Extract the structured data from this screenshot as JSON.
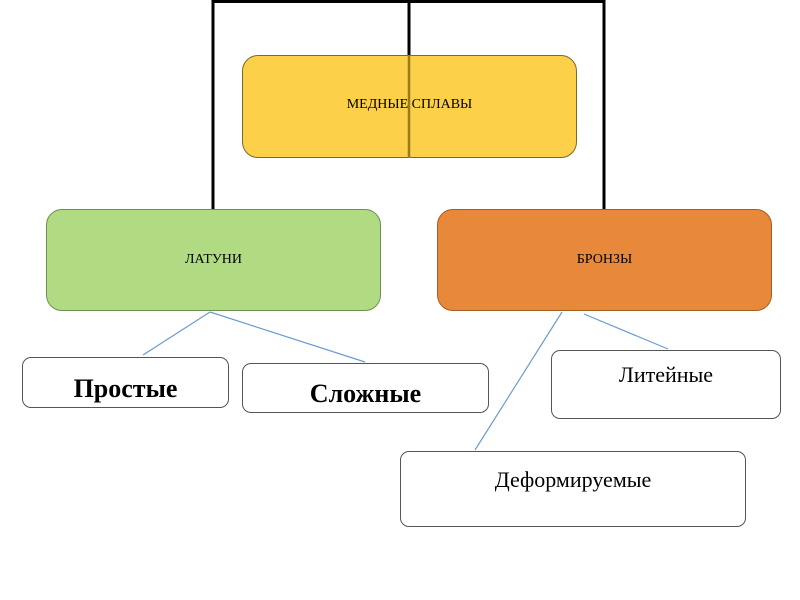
{
  "diagram": {
    "root": {
      "label": "МЕДНЫЕ СПЛАВЫ"
    },
    "nodes": [
      {
        "key": "brass",
        "label": "ЛАТУНИ"
      },
      {
        "key": "bronze",
        "label": "БРОНЗЫ"
      }
    ],
    "leaves": [
      {
        "key": "simple",
        "label": "Простые",
        "parent": "brass"
      },
      {
        "key": "complex",
        "label": "Сложные",
        "parent": "brass"
      },
      {
        "key": "cast",
        "label": "Литейные",
        "parent": "bronze"
      },
      {
        "key": "wrought",
        "label": "Деформируемые",
        "parent": "bronze"
      }
    ]
  },
  "colors": {
    "root_fill": "#fdd04a",
    "brass_fill": "#b0db82",
    "bronze_fill": "#e8883a",
    "tree_lines": "#000000",
    "leaf_lines": "#6a9bd1"
  }
}
